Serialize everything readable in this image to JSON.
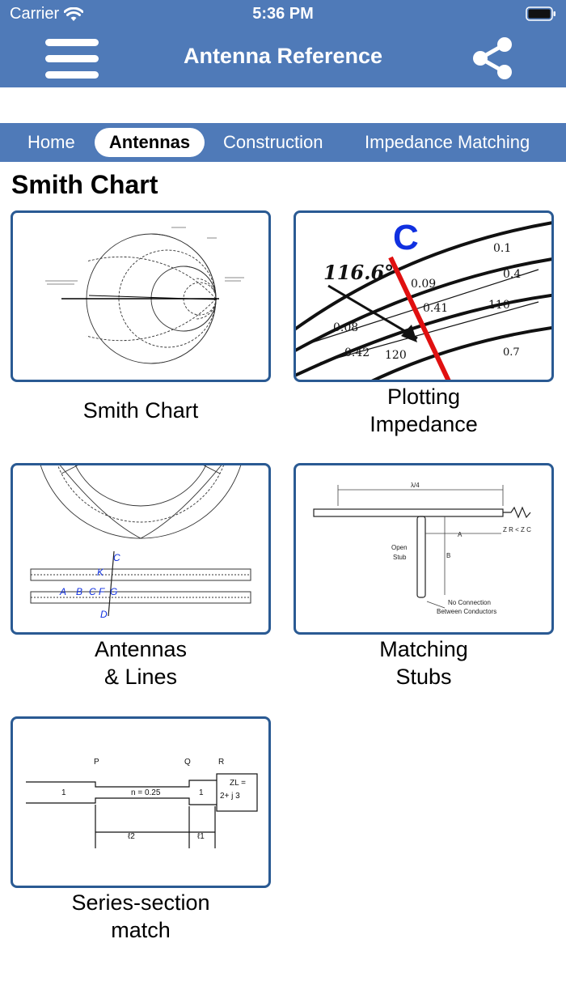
{
  "status": {
    "carrier": "Carrier",
    "time": "5:36 PM"
  },
  "nav": {
    "title": "Antenna Reference",
    "menu_icon": "hamburger-menu-icon",
    "share_icon": "share-icon"
  },
  "tabs": [
    {
      "label": "Home",
      "active": false
    },
    {
      "label": "Antennas",
      "active": true
    },
    {
      "label": "Construction",
      "active": false
    },
    {
      "label": "Impedance Matching",
      "active": false
    }
  ],
  "section": {
    "title": "Smith Chart"
  },
  "cards": [
    {
      "caption": "Smith Chart"
    },
    {
      "caption": "Plotting\nImpedance",
      "image_text": {
        "letter": "C",
        "angle": "116.6°",
        "v1": "0.1",
        "v2": "0.4",
        "v3": "0.09",
        "v4": "0.41",
        "v5": "110",
        "v6": "0.08",
        "v7": "0.42",
        "v8": "120",
        "v9": "0.7"
      }
    },
    {
      "caption": "Antennas\n& Lines",
      "image_text": {
        "c": "C",
        "k": "K",
        "a": "A",
        "b": "B",
        "cf": "C F",
        "g": "G",
        "d": "D"
      }
    },
    {
      "caption": "Matching\nStubs",
      "image_text": {
        "lambda": "λ/4",
        "open_stub": "Open\nStub",
        "a": "A",
        "b": "B",
        "z": "Z R < Z C",
        "noconn": "No Connection\nBetween Conductors"
      }
    },
    {
      "caption": "Series-section\nmatch",
      "image_text": {
        "p": "P",
        "q": "Q",
        "r": "R",
        "one_left": "1",
        "n": "n = 0.25",
        "one_right": "1",
        "zl": "ZL =",
        "zl_val": "2+ j 3",
        "l2": "ℓ2",
        "l1": "ℓ1"
      }
    }
  ],
  "colors": {
    "header": "#4f7ab8",
    "card_border": "#2a5a93",
    "red_line": "#e01010",
    "blue_text": "#1030e0"
  }
}
